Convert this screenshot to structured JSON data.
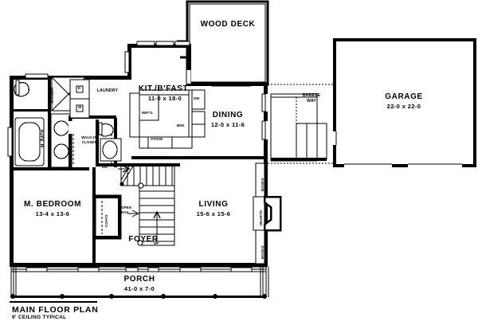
{
  "plan": {
    "title": "MAIN FLOOR PLAN",
    "subtitle": "9' CEILING TYPICAL",
    "ink_color": "#000000",
    "paper_color": "#ffffff"
  },
  "rooms": [
    {
      "key": "wood_deck",
      "name": "WOOD DECK",
      "dim": ""
    },
    {
      "key": "garage",
      "name": "GARAGE",
      "dim": "22-0 x 22-0"
    },
    {
      "key": "breezeway",
      "name": "BREEZE",
      "name2": "WAY",
      "dim": ""
    },
    {
      "key": "dining",
      "name": "DINING",
      "dim": "12-0 x 11-6"
    },
    {
      "key": "kitchen",
      "name": "KIT./B'FAST",
      "dim": "11-0 x 18-0"
    },
    {
      "key": "laundry",
      "name": "LAUNDRY",
      "dim": ""
    },
    {
      "key": "mbath",
      "name": "M. BATH",
      "dim": ""
    },
    {
      "key": "closet",
      "name": "WALK-IN",
      "name2": "CLOSET",
      "dim": ""
    },
    {
      "key": "mbedroom",
      "name": "M. BEDROOM",
      "dim": "13-4 x 13-6"
    },
    {
      "key": "living",
      "name": "LIVING",
      "dim": "15-6 x 15-6"
    },
    {
      "key": "foyer",
      "name": "FOYER",
      "dim": ""
    },
    {
      "key": "porch",
      "name": "PORCH",
      "dim": "41-0 x 7-0"
    }
  ],
  "fixtures": {
    "shower": "SHOWER",
    "dryer": "D",
    "washer": "W",
    "refrigerator": "REF'G",
    "dishwasher": "DW",
    "bank": "BNK",
    "stove": "STOVE",
    "coats": "COATS",
    "hearth": "HEARTH",
    "books_upper": "BOOKS",
    "books_lower": "BOOKS"
  },
  "annotations": {
    "stair_down": "DN.",
    "stair_up": "UP",
    "open_rail_line1": "OPEN",
    "open_rail_line2": "RAIL"
  }
}
